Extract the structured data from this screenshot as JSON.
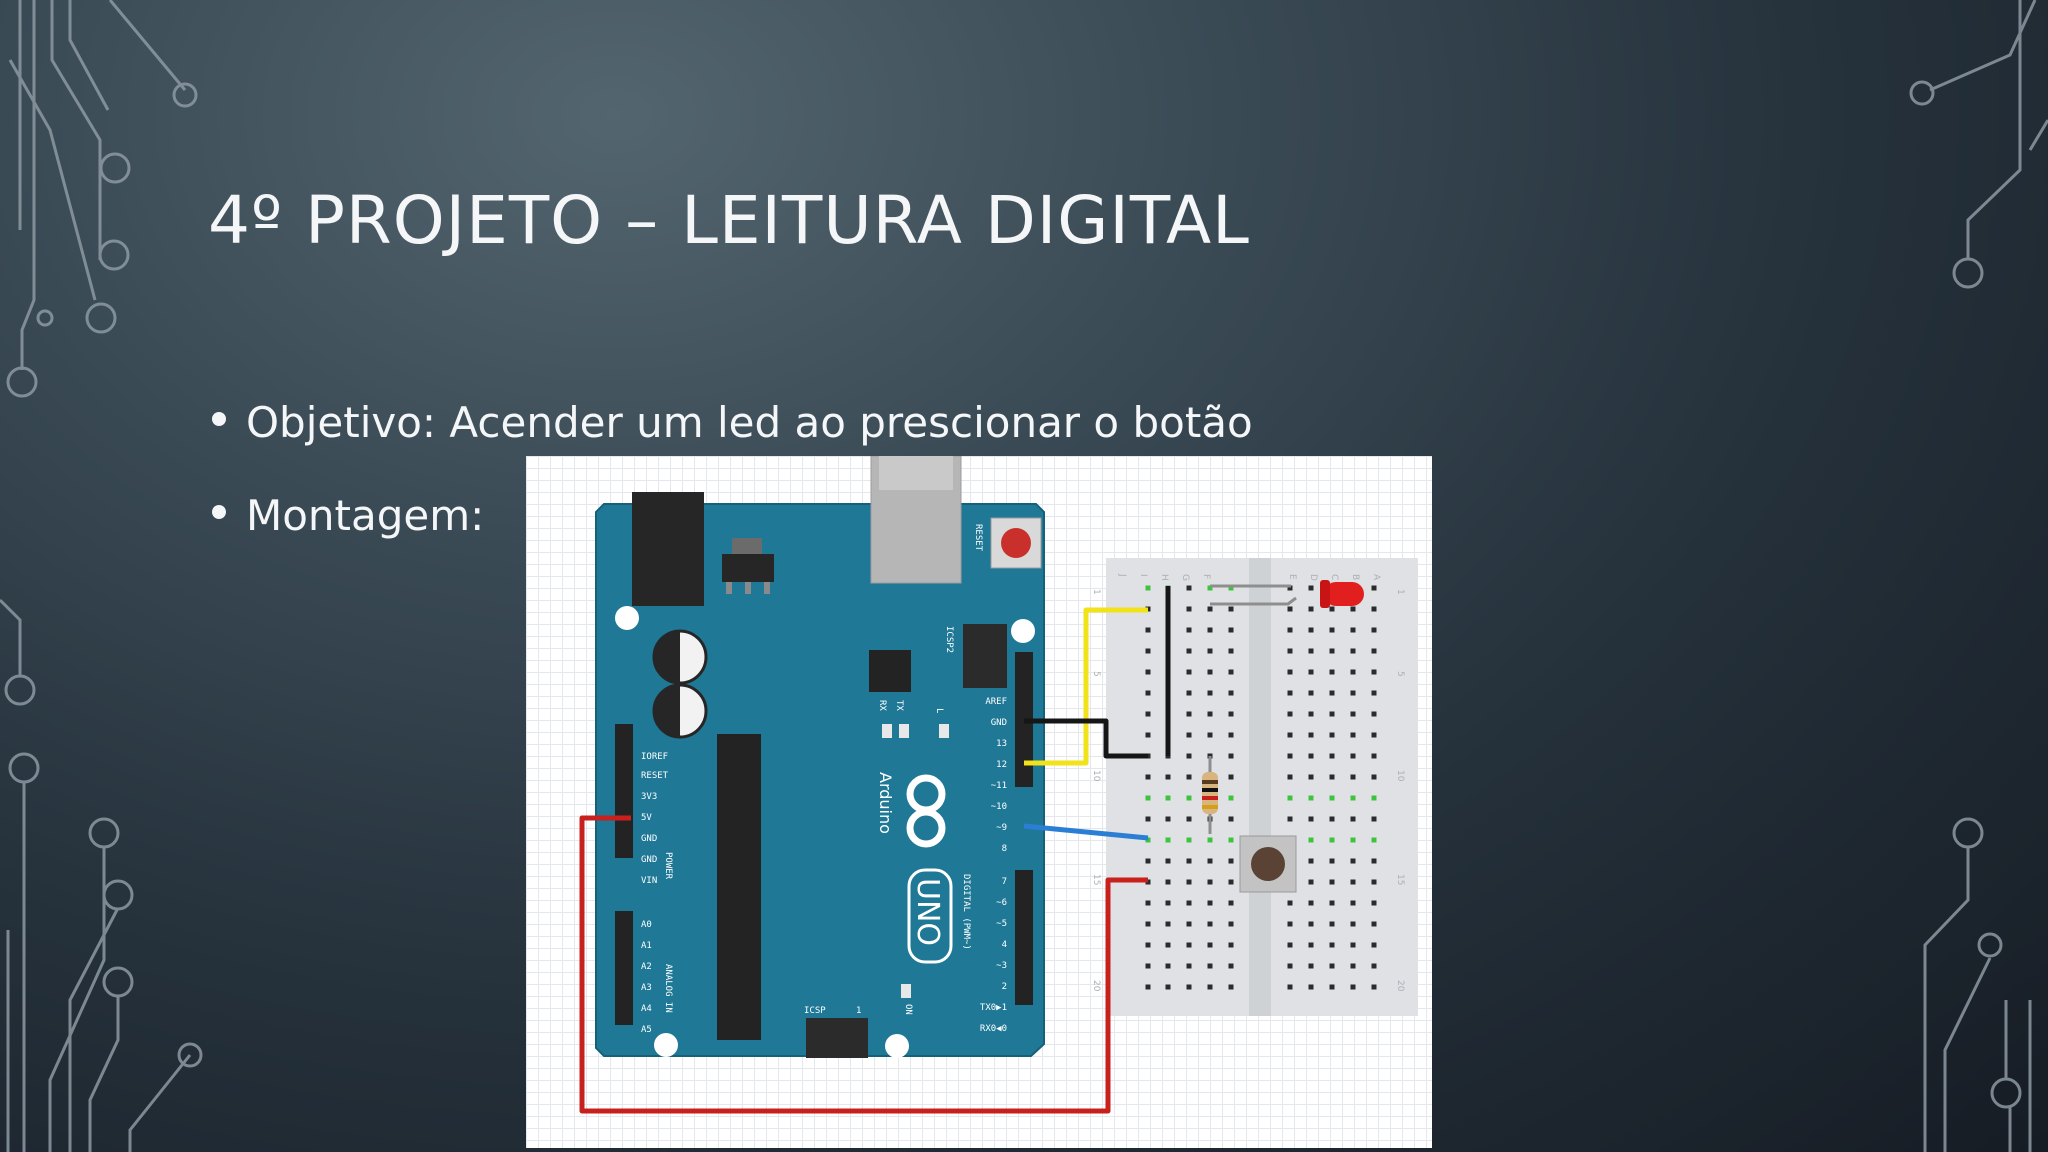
{
  "slide": {
    "title": "4º PROJETO – LEITURA DIGITAL",
    "bullets": [
      {
        "text": "Objetivo: Acender um led ao prescionar o botão"
      },
      {
        "text": "Montagem:"
      }
    ]
  },
  "figure": {
    "board": {
      "reset_label": "RESET",
      "icsp2_label": "ICSP2",
      "icsp_label": "ICSP",
      "icsp_pin1": "1",
      "rx_label": "RX",
      "tx_label": "TX",
      "l_label": "L",
      "brand_label": "Arduino",
      "model_label": "UNO",
      "digital_label": "DIGITAL (PWM~)",
      "on_label": "ON",
      "power_label": "POWER",
      "analog_label": "ANALOG IN",
      "digital_pins": [
        "AREF",
        "GND",
        "13",
        "12",
        "~11",
        "~10",
        "~9",
        "8",
        "7",
        "~6",
        "~5",
        "4",
        "~3",
        "2",
        "TX0▶1",
        "RX0◀0"
      ],
      "power_pins": [
        "IOREF",
        "RESET",
        "3V3",
        "5V",
        "GND",
        "GND",
        "VIN"
      ],
      "analog_pins": [
        "A0",
        "A1",
        "A2",
        "A3",
        "A4",
        "A5"
      ]
    },
    "breadboard": {
      "column_letters": [
        "J",
        "I",
        "H",
        "G",
        "F",
        "E",
        "D",
        "C",
        "B",
        "A"
      ],
      "row_numbers": [
        "1",
        "5",
        "10",
        "15",
        "20"
      ]
    },
    "wire_colors": {
      "red": "#c8201c",
      "yellow": "#f2e21a",
      "black": "#161616",
      "blue": "#2a7fd4",
      "green": "#3cc53c"
    }
  }
}
